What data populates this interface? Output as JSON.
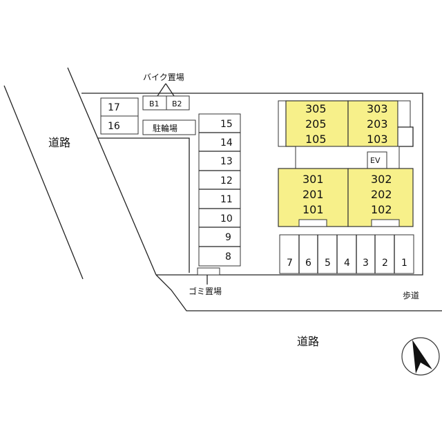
{
  "labels": {
    "road_left": "道路",
    "road_bottom": "道路",
    "sidewalk": "歩道",
    "bike_parking": "バイク置場",
    "bicycle_parking": "駐輪場",
    "garbage": "ゴミ置場",
    "elevator": "EV"
  },
  "bike_spaces": [
    "B1",
    "B2"
  ],
  "parking_top": [
    "17",
    "16"
  ],
  "parking_column": [
    "15",
    "14",
    "13",
    "12",
    "11",
    "10",
    "9",
    "8"
  ],
  "parking_row": [
    "7",
    "6",
    "5",
    "4",
    "3",
    "2",
    "1"
  ],
  "units": {
    "nw": [
      "305",
      "205",
      "105"
    ],
    "ne": [
      "303",
      "203",
      "103"
    ],
    "sw": [
      "301",
      "201",
      "101"
    ],
    "se": [
      "302",
      "202",
      "102"
    ]
  },
  "colors": {
    "building_fill": "#f7f08a",
    "line": "#222222"
  },
  "icons": {
    "compass": "north-arrow-icon"
  }
}
